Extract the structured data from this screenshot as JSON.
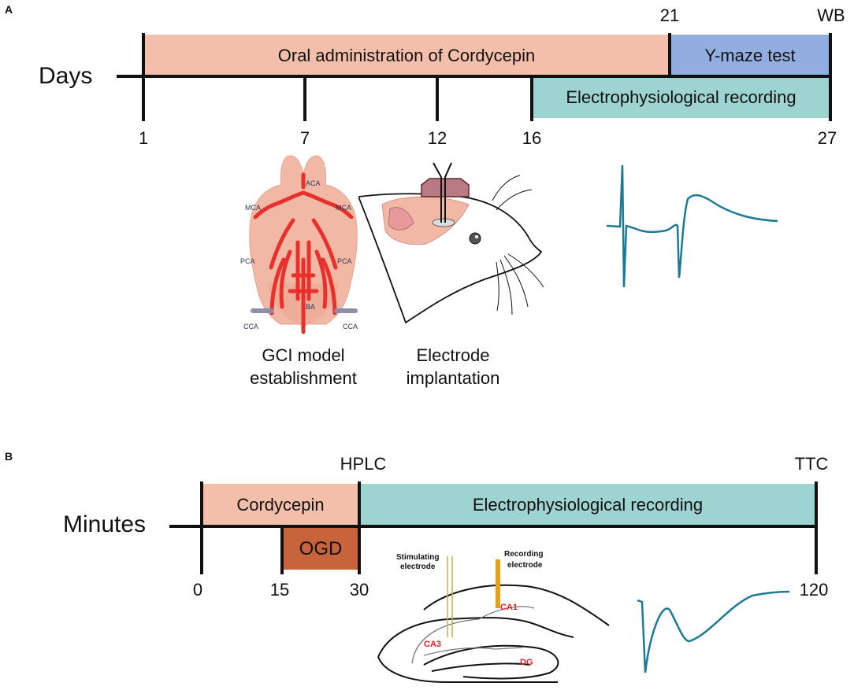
{
  "panelA": {
    "letter": "A",
    "axis_title": "Days",
    "ticks": [
      {
        "label": "1"
      },
      {
        "label": "7"
      },
      {
        "label": "12"
      },
      {
        "label": "16"
      },
      {
        "label": "27"
      }
    ],
    "top_labels": [
      {
        "label": "21"
      },
      {
        "label": "WB"
      }
    ],
    "phases": [
      {
        "label": "Oral administration of Cordycepin",
        "color": "#f4bfaa"
      },
      {
        "label": "Y-maze test",
        "color": "#92aee0"
      },
      {
        "label": "Electrophysiological recording",
        "color": "#9dd3d0"
      }
    ],
    "brain_labels": {
      "aca": "ACA",
      "mca_left": "MCA",
      "mca_right": "MCA",
      "pca_left": "PCA",
      "pca_right": "PCA",
      "ba": "BA",
      "cca_left": "CCA",
      "cca_right": "CCA"
    },
    "captions": {
      "gci_line1": "GCI model",
      "gci_line2": "establishment",
      "electrode_line1": "Electrode",
      "electrode_line2": "implantation"
    }
  },
  "panelB": {
    "letter": "B",
    "axis_title": "Minutes",
    "ticks": [
      {
        "label": "0"
      },
      {
        "label": "15"
      },
      {
        "label": "30"
      },
      {
        "label": "120"
      }
    ],
    "top_labels": [
      {
        "label": "HPLC"
      },
      {
        "label": "TTC"
      }
    ],
    "phases": [
      {
        "label": "Cordycepin",
        "color": "#f4bfaa"
      },
      {
        "label": "Electrophysiological recording",
        "color": "#9dd3d0"
      },
      {
        "label": "OGD",
        "color": "#c8643c"
      }
    ],
    "hippocampus_labels": {
      "stim_line1": "Stimulating",
      "stim_line2": "electrode",
      "rec_line1": "Recording",
      "rec_line2": "electrode",
      "ca1": "CA1",
      "ca3": "CA3",
      "dg": "DG"
    }
  },
  "colors": {
    "artery_red": "#e8312c",
    "brain_pink": "#f2b8a6",
    "trace_teal": "#1b7a96",
    "axis_black": "#111111",
    "label_red": "#e02020",
    "electrode_gold": "#e3a21a"
  }
}
